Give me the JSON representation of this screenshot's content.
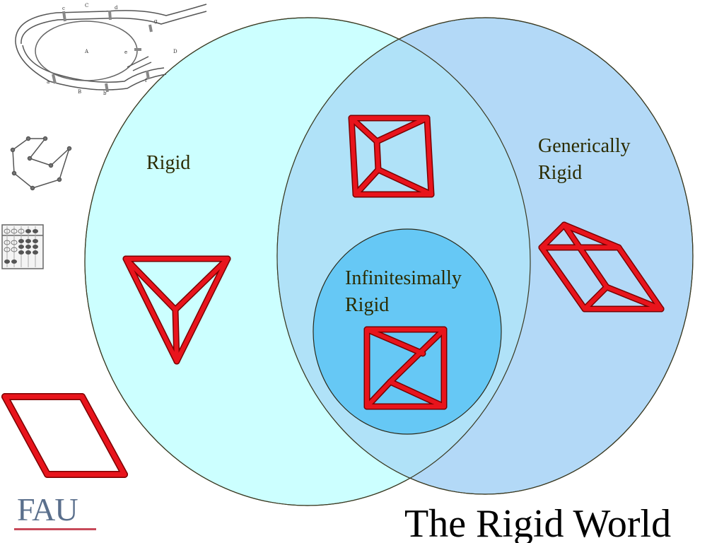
{
  "slide": {
    "title": "The Rigid World",
    "logo_text": "FAU"
  },
  "venn": {
    "sets": [
      {
        "name": "rigid",
        "label_lines": [
          "Rigid"
        ]
      },
      {
        "name": "generically-rigid",
        "label_lines": [
          "Generically",
          "Rigid"
        ]
      },
      {
        "name": "infinitesimally-rigid",
        "label_lines": [
          "Infinitesimally",
          "Rigid"
        ]
      }
    ],
    "colors": {
      "rigid_fill": "#ccffff",
      "generic_fill": "#b3d9f7",
      "overlap_fill": "#b0e2f8",
      "inner_fill": "#66c8f5",
      "bar": "#e8141c",
      "bar_edge": "#7a0000"
    }
  },
  "sidebar_images": [
    {
      "name": "konigsberg-bridges-map",
      "letters": [
        "C",
        "A",
        "D",
        "B",
        "a",
        "b",
        "c",
        "d",
        "e",
        "f",
        "g"
      ]
    },
    {
      "name": "polygon-chain"
    },
    {
      "name": "abacus"
    },
    {
      "name": "flexible-parallelogram"
    }
  ]
}
